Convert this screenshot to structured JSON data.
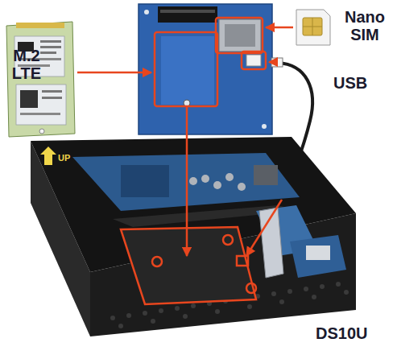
{
  "diagram": {
    "labels": [
      "M.2 LTE",
      "Nano SIM",
      "USB",
      "UP",
      "DS10U"
    ]
  }
}
